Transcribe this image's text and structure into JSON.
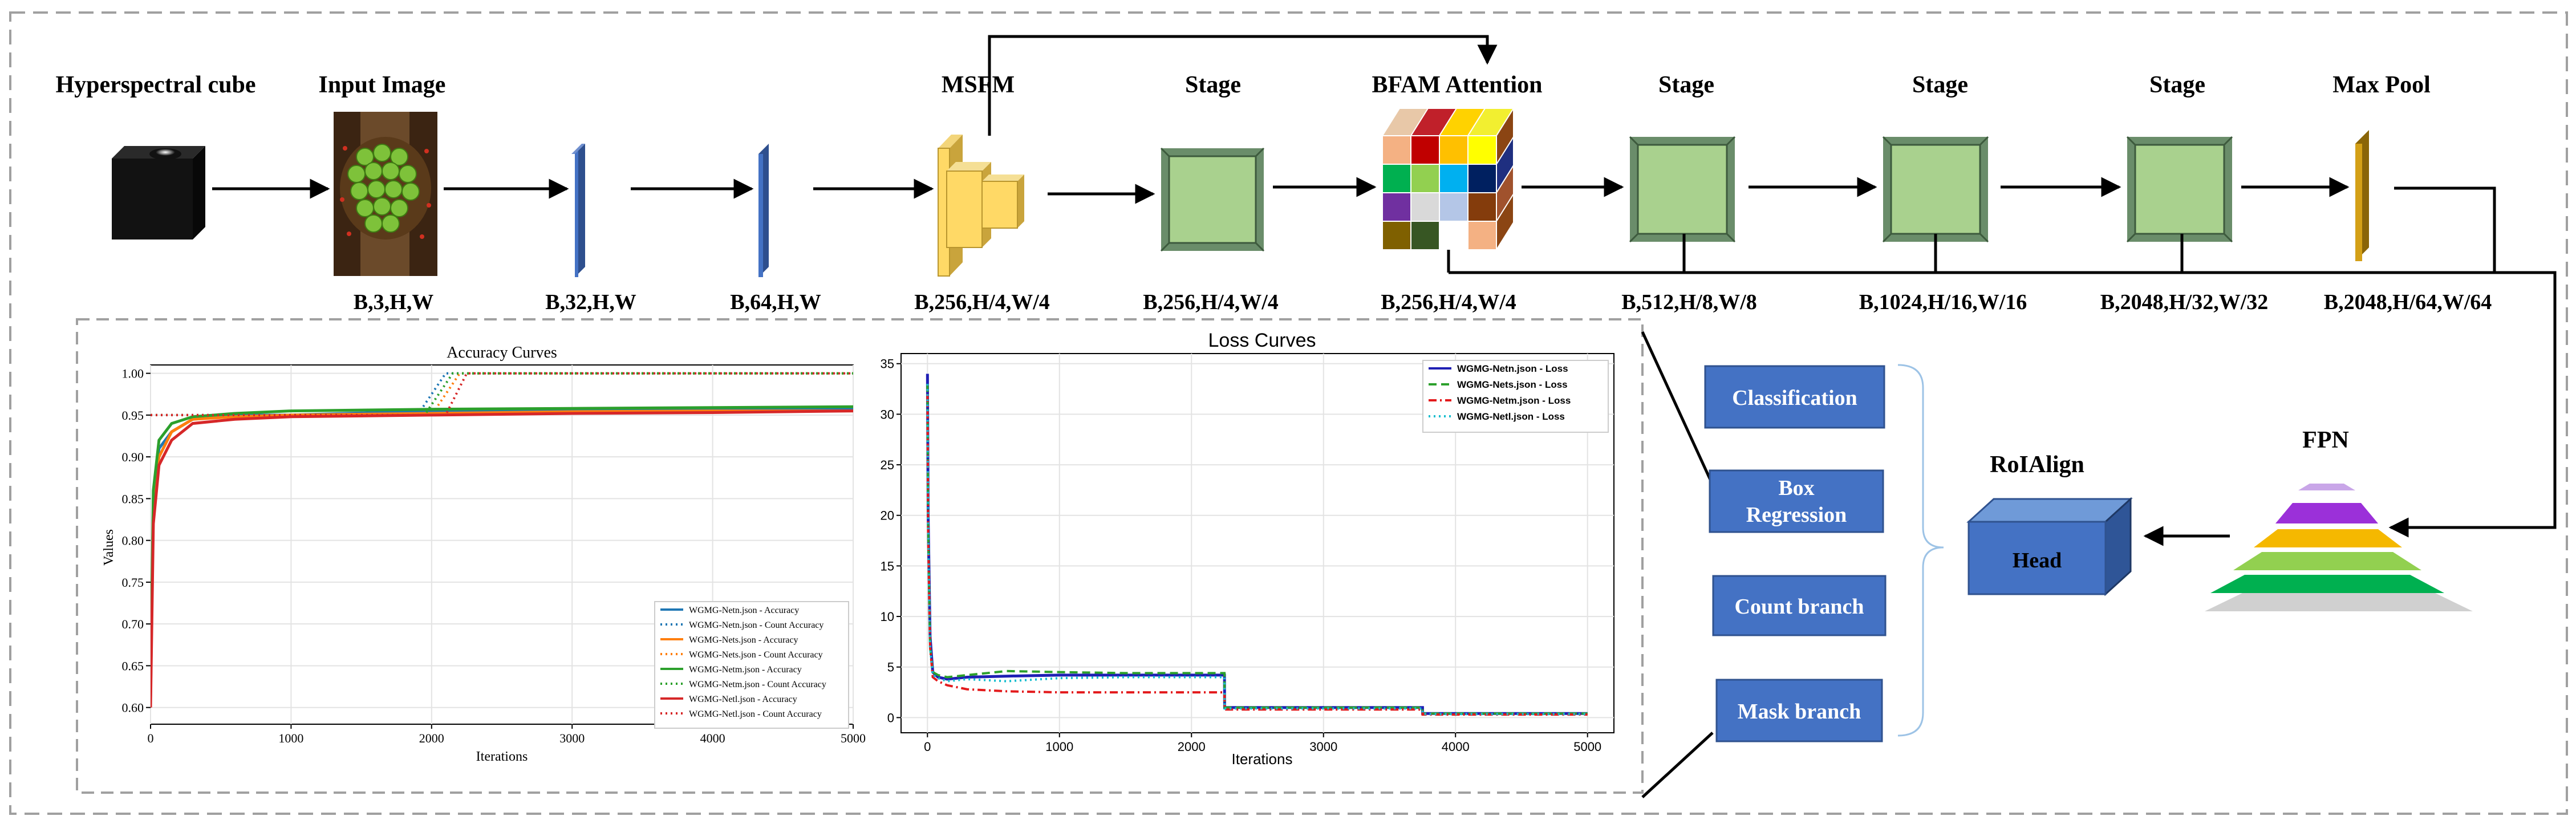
{
  "stages": [
    {
      "title": "Hyperspectral cube",
      "shape": ""
    },
    {
      "title": "Input Image",
      "shape": "B,3,H,W"
    },
    {
      "title": "",
      "shape": "B,32,H,W"
    },
    {
      "title": "",
      "shape": "B,64,H,W"
    },
    {
      "title": "MSFM",
      "shape": "B,256,H/4,W/4"
    },
    {
      "title": "Stage",
      "shape": "B,256,H/4,W/4"
    },
    {
      "title": "BFAM Attention",
      "shape": "B,256,H/4,W/4"
    },
    {
      "title": "Stage",
      "shape": "B,512,H/8,W/8"
    },
    {
      "title": "Stage",
      "shape": "B,1024,H/16,W/16"
    },
    {
      "title": "Stage",
      "shape": "B,2048,H/32,W/32"
    },
    {
      "title": "Max Pool",
      "shape": "B,2048,H/64,W/64"
    }
  ],
  "fpn": {
    "label": "FPN",
    "colors": [
      "#c9a6e8",
      "#9b30d9",
      "#f5b800",
      "#92d050",
      "#00b050"
    ]
  },
  "roialign": {
    "label": "RoIAlign",
    "head_label": "Head"
  },
  "branches": [
    "Classification",
    "Box Regression",
    "Count branch",
    "Mask branch"
  ],
  "colors": {
    "box_blue": "#4472c4",
    "stage_green": "#a9d18e",
    "msfm_gold": "#ffd966",
    "maxpool_gold": "#d4a017"
  },
  "chart_data": [
    {
      "type": "line",
      "title": "Accuracy Curves",
      "xlabel": "Iterations",
      "ylabel": "Values",
      "xlim": [
        0,
        5000
      ],
      "ylim": [
        0.58,
        1.01
      ],
      "xticks": [
        0,
        1000,
        2000,
        3000,
        4000,
        5000
      ],
      "yticks": [
        0.6,
        0.65,
        0.7,
        0.75,
        0.8,
        0.85,
        0.9,
        0.95,
        1.0
      ],
      "legend": "lower-right",
      "series": [
        {
          "name": "WGMG-Netn.json - Accuracy",
          "color": "#1f77b4",
          "style": "solid",
          "x": [
            0,
            20,
            60,
            150,
            300,
            600,
            1000,
            2000,
            3000,
            4000,
            5000
          ],
          "y": [
            0.61,
            0.85,
            0.91,
            0.93,
            0.945,
            0.95,
            0.95,
            0.955,
            0.956,
            0.957,
            0.958
          ]
        },
        {
          "name": "WGMG-Netn.json - Count Accuracy",
          "color": "#1f77b4",
          "style": "dotted",
          "x": [
            0,
            1900,
            2100,
            5000
          ],
          "y": [
            0.95,
            0.95,
            1.0,
            1.0
          ]
        },
        {
          "name": "WGMG-Nets.json - Accuracy",
          "color": "#ff7f0e",
          "style": "solid",
          "x": [
            0,
            20,
            60,
            150,
            300,
            600,
            1000,
            2000,
            3000,
            4000,
            5000
          ],
          "y": [
            0.62,
            0.84,
            0.9,
            0.93,
            0.945,
            0.948,
            0.95,
            0.952,
            0.954,
            0.955,
            0.955
          ]
        },
        {
          "name": "WGMG-Nets.json - Count Accuracy",
          "color": "#ff7f0e",
          "style": "dotted",
          "x": [
            0,
            2000,
            2200,
            5000
          ],
          "y": [
            0.95,
            0.95,
            1.0,
            1.0
          ]
        },
        {
          "name": "WGMG-Netm.json - Accuracy",
          "color": "#2ca02c",
          "style": "solid",
          "x": [
            0,
            20,
            60,
            150,
            300,
            600,
            1000,
            2000,
            3000,
            4000,
            5000
          ],
          "y": [
            0.63,
            0.86,
            0.92,
            0.94,
            0.948,
            0.952,
            0.955,
            0.957,
            0.958,
            0.959,
            0.96
          ]
        },
        {
          "name": "WGMG-Netm.json - Count Accuracy",
          "color": "#2ca02c",
          "style": "dotted",
          "x": [
            0,
            1950,
            2150,
            5000
          ],
          "y": [
            0.95,
            0.95,
            1.0,
            1.0
          ]
        },
        {
          "name": "WGMG-Netl.json - Accuracy",
          "color": "#d62728",
          "style": "solid",
          "x": [
            0,
            20,
            60,
            150,
            300,
            600,
            1000,
            2000,
            3000,
            4000,
            5000
          ],
          "y": [
            0.6,
            0.82,
            0.89,
            0.92,
            0.94,
            0.945,
            0.948,
            0.95,
            0.952,
            0.953,
            0.955
          ]
        },
        {
          "name": "WGMG-Netl.json - Count Accuracy",
          "color": "#d62728",
          "style": "dotted",
          "x": [
            0,
            2100,
            2250,
            5000
          ],
          "y": [
            0.95,
            0.95,
            1.0,
            1.0
          ]
        }
      ]
    },
    {
      "type": "line",
      "title": "Loss Curves",
      "xlabel": "Iterations",
      "ylabel": "",
      "xlim": [
        -200,
        5200
      ],
      "ylim": [
        -1.5,
        36
      ],
      "xticks": [
        0,
        1000,
        2000,
        3000,
        4000,
        5000
      ],
      "yticks": [
        0,
        5,
        10,
        15,
        20,
        25,
        30,
        35
      ],
      "grid": true,
      "legend": "top-right",
      "series": [
        {
          "name": "WGMG-Netn.json - Loss",
          "color": "#1f1fb4",
          "style": "solid",
          "x": [
            0,
            5,
            20,
            40,
            80,
            150,
            300,
            600,
            1000,
            1500,
            2000,
            2250,
            2251,
            3000,
            3750,
            3751,
            4500,
            5000
          ],
          "y": [
            34,
            20,
            8,
            4.5,
            4,
            3.8,
            4,
            4.1,
            4.2,
            4.2,
            4.2,
            4.2,
            1.0,
            1.0,
            1.0,
            0.4,
            0.4,
            0.4
          ]
        },
        {
          "name": "WGMG-Nets.json - Loss",
          "color": "#2ca02c",
          "style": "dashed",
          "x": [
            0,
            5,
            20,
            40,
            80,
            150,
            300,
            600,
            1000,
            1500,
            2000,
            2250,
            2251,
            3000,
            3750,
            3751,
            4500,
            5000
          ],
          "y": [
            33,
            19,
            7,
            4.5,
            4.2,
            4,
            4.2,
            4.6,
            4.5,
            4.4,
            4.4,
            4.4,
            1.0,
            1.0,
            1.0,
            0.4,
            0.4,
            0.4
          ]
        },
        {
          "name": "WGMG-Netm.json - Loss",
          "color": "#e31a1c",
          "style": "dashdot",
          "x": [
            0,
            5,
            20,
            40,
            80,
            150,
            300,
            600,
            1000,
            1500,
            2000,
            2250,
            2251,
            3000,
            3750,
            3751,
            4500,
            5000
          ],
          "y": [
            32,
            18,
            7,
            4,
            3.6,
            3.2,
            2.8,
            2.6,
            2.5,
            2.5,
            2.5,
            2.5,
            0.8,
            0.8,
            0.8,
            0.3,
            0.3,
            0.3
          ]
        },
        {
          "name": "WGMG-Netl.json - Loss",
          "color": "#17becf",
          "style": "dotted",
          "x": [
            0,
            5,
            20,
            40,
            80,
            150,
            300,
            600,
            1000,
            1500,
            2000,
            2250,
            2251,
            3000,
            3750,
            3751,
            4500,
            5000
          ],
          "y": [
            33,
            19,
            7,
            4.2,
            3.9,
            3.6,
            3.8,
            3.6,
            3.9,
            4,
            4,
            4,
            0.9,
            0.9,
            0.9,
            0.35,
            0.35,
            0.35
          ]
        }
      ]
    }
  ]
}
